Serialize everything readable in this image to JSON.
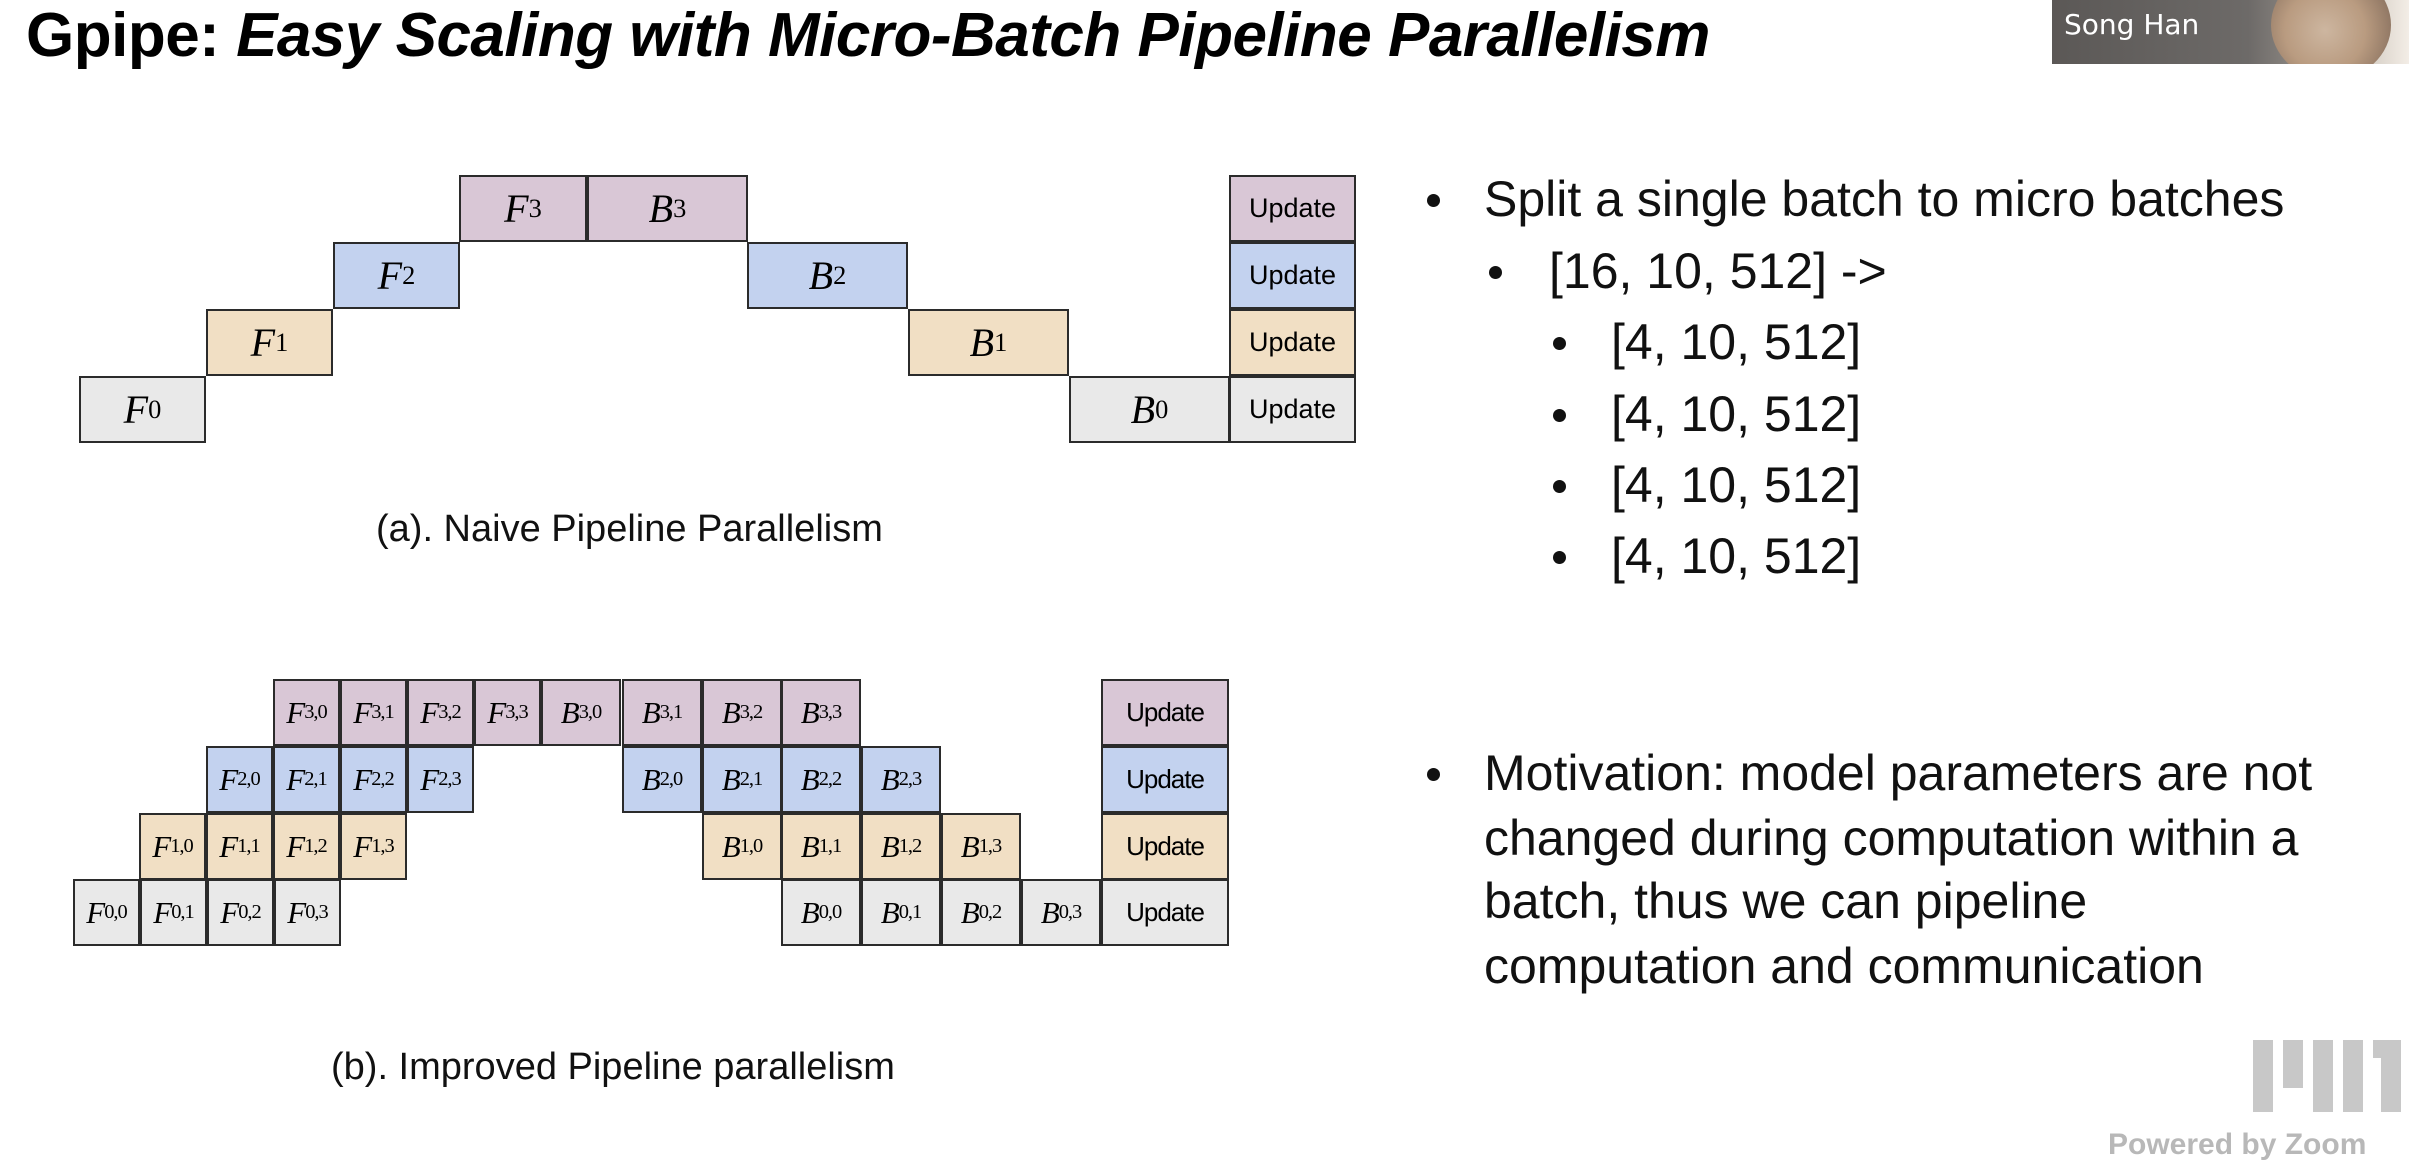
{
  "slide": {
    "title_prefix": "Gpipe:",
    "title_italic": "Easy Scaling with Micro-Batch Pipeline Parallelism"
  },
  "video": {
    "speaker": "Song Han"
  },
  "naive": {
    "caption": "(a). Naive Pipeline Parallelism",
    "blocks": [
      {
        "letter": "F",
        "sub": "3",
        "color": "#d9c7d6"
      },
      {
        "letter": "B",
        "sub": "3",
        "color": "#d9c7d6"
      },
      {
        "letter": "F",
        "sub": "2",
        "color": "#c3d2ef"
      },
      {
        "letter": "B",
        "sub": "2",
        "color": "#c3d2ef"
      },
      {
        "letter": "F",
        "sub": "1",
        "color": "#f1dfc4"
      },
      {
        "letter": "B",
        "sub": "1",
        "color": "#f1dfc4"
      },
      {
        "letter": "F",
        "sub": "0",
        "color": "#e9e9e9"
      },
      {
        "letter": "B",
        "sub": "0",
        "color": "#e9e9e9"
      }
    ],
    "update_label": "Update"
  },
  "improved": {
    "caption": "(b). Improved Pipeline parallelism",
    "rows": [
      {
        "f": [
          "3,0",
          "3,1",
          "3,2",
          "3,3"
        ],
        "b": [
          "3,0",
          "3,1",
          "3,2",
          "3,3"
        ]
      },
      {
        "f": [
          "2,0",
          "2,1",
          "2,2",
          "2,3"
        ],
        "b": [
          "2,0",
          "2,1",
          "2,2",
          "2,3"
        ]
      },
      {
        "f": [
          "1,0",
          "1,1",
          "1,2",
          "1,3"
        ],
        "b": [
          "1,0",
          "1,1",
          "1,2",
          "1,3"
        ]
      },
      {
        "f": [
          "0,0",
          "0,1",
          "0,2",
          "0,3"
        ],
        "b": [
          "0,0",
          "0,1",
          "0,2",
          "0,3"
        ]
      }
    ],
    "update_label": "Update"
  },
  "bullets": {
    "split": "Split a single batch to micro batches",
    "shape": "[16, 10, 512] ->",
    "micro": [
      "[4, 10, 512]",
      "[4, 10, 512]",
      "[4, 10, 512]",
      "[4, 10, 512]"
    ],
    "motivation": [
      "Motivation: model parameters are not",
      "changed during computation within a",
      "batch, thus we can pipeline",
      "computation and communication"
    ]
  },
  "footer": {
    "powered": "Powered by Zoom"
  },
  "colors": {
    "stage3": "#d9c7d6",
    "stage2": "#c3d2ef",
    "stage1": "#f1dfc4",
    "stage0": "#e9e9e9"
  }
}
